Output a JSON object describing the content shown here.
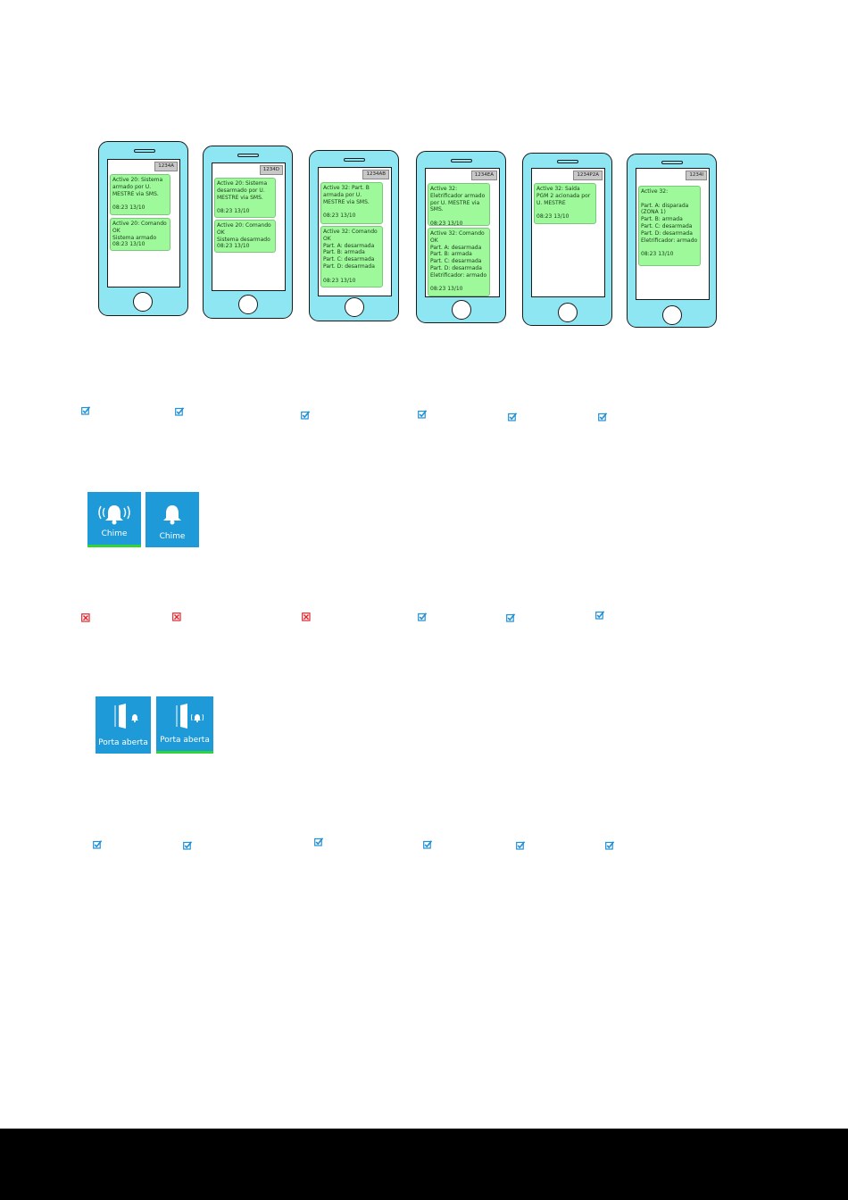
{
  "phones": [
    {
      "number": "1234A",
      "messages": [
        "Active 20: Sistema armado por U. MESTRE via SMS.\n\n08:23 13/10",
        "Active 20: Comando OK\nSistema armado\n08:23 13/10"
      ]
    },
    {
      "number": "1234D",
      "messages": [
        "Active 20: Sistema desarmado por U. MESTRE via SMS.\n\n08:23 13/10",
        "Active 20: Comando OK\nSistema desarmado\n08:23 13/10"
      ]
    },
    {
      "number": "1234AB",
      "messages": [
        "Active 32: Part. B armada por U. MESTRE via SMS.\n\n08:23 13/10",
        "Active 32: Comando OK\nPart. A: desarmada\nPart. B: armada\nPart. C: desarmada\nPart. D: desarmada\n\n08:23 13/10"
      ]
    },
    {
      "number": "1234EA",
      "messages": [
        "Active 32: Eletrificador armado por U. MESTRE via SMS.\n\n08:23 13/10",
        "Active 32: Comando OK\nPart. A: desarmada\nPart. B: armada\nPart. C: desarmada\nPart. D: desarmada\nEletrificador: armado\n\n08:23 13/10"
      ]
    },
    {
      "number": "1234P2A",
      "messages": [
        "Active 32: Saída PGM 2 acionada por U. MESTRE\n\n08:23 13/10"
      ]
    },
    {
      "number": "1234I",
      "messages": [
        "Active 32:\n\nPart. A: disparada (ZONA 1)\nPart. B: armada\nPart. C: desarmada\nPart. D: desarmada\nEletrificador: armado\n\n08:23 13/10"
      ]
    }
  ],
  "check_rows": [
    [
      "check",
      "check",
      "check",
      "check",
      "check",
      "check"
    ],
    [
      "cross",
      "cross",
      "cross",
      "check",
      "check",
      "check"
    ],
    [
      "check",
      "check",
      "check",
      "check",
      "check",
      "check"
    ]
  ],
  "chime_tiles": [
    {
      "label": "Chime",
      "icon": "bell-ringing-icon",
      "active": true
    },
    {
      "label": "Chime",
      "icon": "bell-icon",
      "active": false
    }
  ],
  "door_tiles": [
    {
      "label": "Porta aberta",
      "icon": "door-bell-icon",
      "active": false
    },
    {
      "label": "Porta aberta",
      "icon": "door-bell-ringing-icon",
      "active": true
    }
  ],
  "colors": {
    "phone_body": "#8fe6f3",
    "bubble": "#9df99a",
    "tile": "#1f9ad8",
    "tile_active": "#2fd43a",
    "check": "#1f8fd6",
    "cross": "#e0262b",
    "footer": "#000000"
  }
}
